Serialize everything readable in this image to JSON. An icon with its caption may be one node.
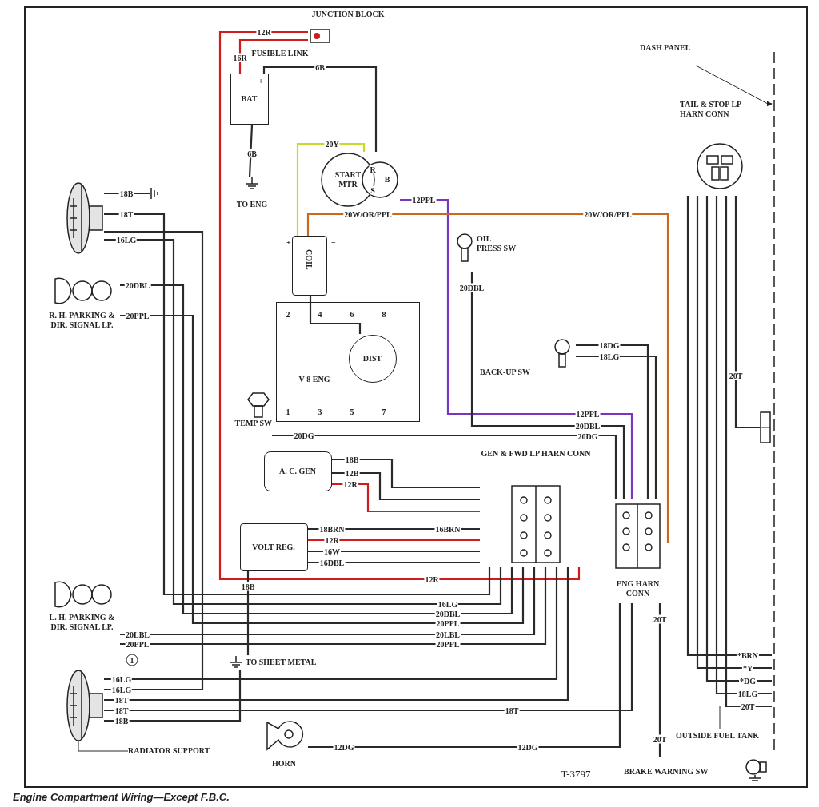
{
  "diagram": {
    "caption": "Engine Compartment Wiring—Except F.B.C.",
    "nodes": [
      {
        "text": [
          "JUNCTION BLOCK"
        ]
      },
      {
        "text": [
          "BAT"
        ]
      },
      {
        "text": [
          "TO ENG"
        ]
      },
      {
        "text": [
          "START MTR"
        ]
      },
      {
        "text": [
          "COIL"
        ],
        "beside": [
          "+",
          "−"
        ]
      },
      {
        "text": [
          "OIL PRESS SW"
        ]
      },
      {
        "text": [
          "V-8 ENG"
        ]
      },
      {
        "text": [
          "DIST"
        ],
        "in": 6
      },
      {
        "text": [
          "TEMP SW"
        ]
      },
      {
        "text": [
          "A. C. GEN"
        ]
      },
      {
        "text": [
          "VOLT REG."
        ]
      },
      {
        "text": [],
        "shape": "picture"
      },
      {
        "text": [
          "R. H. PARKING & DIR. SIGNAL LP."
        ]
      },
      {
        "text": [
          "L. H. PARKING & DIR. SIGNAL LP."
        ]
      },
      {
        "text": [],
        "shape": "picture"
      },
      {
        "text": [
          "RADIATOR SUPPORT"
        ]
      },
      {
        "text": [
          "TO SHEET METAL"
        ]
      },
      {
        "text": [
          "HORN"
        ]
      },
      {
        "text": [
          "BACK-UP SW"
        ]
      },
      {
        "text": [
          "GEN & FWD LP HARN CONN"
        ]
      },
      {
        "text": [
          "ENG HARN CONN"
        ]
      },
      {
        "text": [
          "TAIL & STOP LP HARN CONN"
        ]
      },
      {
        "text": [
          "DASH PANEL"
        ]
      },
      {
        "text": [],
        "shape": "bar"
      },
      {
        "text": [
          "OUTSIDE FUEL TANK"
        ]
      },
      {
        "text": [
          "BRAKE WARNING SW"
        ]
      },
      {
        "text": [],
        "shape": "box"
      }
    ],
    "edges": [
      {
        "from": 0,
        "to": 19,
        "arrow": "none",
        "label": "12R",
        "color": "#d01c1c"
      },
      {
        "from": 1,
        "to": 0,
        "arrow": "none",
        "label": "16R",
        "color": "#d01c1c"
      },
      {
        "from": 1,
        "to": 3,
        "arrow": "none",
        "label": "6B"
      },
      {
        "from": 1,
        "to": 2,
        "arrow": "none",
        "label": "6B"
      },
      {
        "from": 3,
        "to": 4,
        "arrow": "none",
        "label": "20Y",
        "color": "#c8d82e"
      },
      {
        "from": 3,
        "to": 20,
        "arrow": "none",
        "label": "12PPL",
        "color": "#7a35c0"
      },
      {
        "from": 4,
        "to": 20,
        "arrow": "none",
        "label": "20W/OR/PPL",
        "color": "#c8691f"
      },
      {
        "from": 4,
        "to": 7,
        "arrow": "none"
      },
      {
        "from": 5,
        "to": 20,
        "arrow": "none",
        "label": "20DBL"
      },
      {
        "from": 8,
        "to": 20,
        "arrow": "none",
        "label": "20DG"
      },
      {
        "from": 18,
        "to": 20,
        "arrow": "none",
        "label": "18DG"
      },
      {
        "from": 18,
        "to": 20,
        "arrow": "none",
        "label": "18LG"
      },
      {
        "from": 9,
        "to": 19,
        "arrow": "none",
        "label": "18B"
      },
      {
        "from": 9,
        "to": 19,
        "arrow": "none",
        "label": "12B"
      },
      {
        "from": 9,
        "to": 19,
        "arrow": "none",
        "label": "12R",
        "color": "#d01c1c"
      },
      {
        "from": 10,
        "to": 19,
        "arrow": "none",
        "label": "18BRN"
      },
      {
        "from": 10,
        "to": 19,
        "arrow": "none",
        "label": "12R",
        "color": "#d01c1c"
      },
      {
        "from": 10,
        "to": 19,
        "arrow": "none",
        "label": "16W"
      },
      {
        "from": 10,
        "to": 19,
        "arrow": "none",
        "label": "16DBL"
      },
      {
        "from": 10,
        "to": 16,
        "arrow": "none",
        "label": "18B"
      },
      {
        "from": 11,
        "to": null,
        "arrow": "none",
        "label": "18B"
      },
      {
        "from": 11,
        "to": 19,
        "arrow": "none",
        "label": "18T"
      },
      {
        "from": 11,
        "to": 19,
        "arrow": "none",
        "label": "16LG"
      },
      {
        "from": 12,
        "to": 19,
        "arrow": "none",
        "label": "20DBL"
      },
      {
        "from": 12,
        "to": 19,
        "arrow": "none",
        "label": "20PPL"
      },
      {
        "from": 13,
        "to": 19,
        "arrow": "none",
        "label": "20LBL"
      },
      {
        "from": 13,
        "to": 19,
        "arrow": "none",
        "label": "20PPL"
      },
      {
        "from": 14,
        "to": 19,
        "arrow": "none",
        "label": "16LG"
      },
      {
        "from": 14,
        "to": 11,
        "arrow": "none",
        "label": "16LG"
      },
      {
        "from": 14,
        "to": 19,
        "arrow": "none",
        "label": "18T"
      },
      {
        "from": 14,
        "to": 20,
        "arrow": "none",
        "label": "18T"
      },
      {
        "from": 14,
        "to": 16,
        "arrow": "none",
        "label": "18B"
      },
      {
        "from": 15,
        "to": 14,
        "arrow": "none"
      },
      {
        "from": 17,
        "to": 20,
        "arrow": "none",
        "label": "12DG"
      },
      {
        "from": 20,
        "to": 25,
        "arrow": "none",
        "label": "20T"
      },
      {
        "from": 24,
        "to": null,
        "arrow": "none"
      },
      {
        "from": 22,
        "to": 23,
        "arrow": "to"
      },
      {
        "from": 21,
        "to": 23,
        "arrow": "none",
        "label": "*BRN"
      },
      {
        "from": 21,
        "to": 23,
        "arrow": "none",
        "label": "*Y"
      },
      {
        "from": 21,
        "to": 23,
        "arrow": "none",
        "label": "*DG"
      },
      {
        "from": 21,
        "to": 23,
        "arrow": "none",
        "label": "18LG"
      },
      {
        "from": 21,
        "to": 23,
        "arrow": "none",
        "label": "20T"
      },
      {
        "from": 21,
        "to": 26,
        "arrow": "none",
        "label": "20T"
      }
    ],
    "labels": [
      "FUSIBLE LINK",
      "+",
      "−",
      "R",
      "B",
      "S",
      "2",
      "4",
      "6",
      "8",
      "1",
      "3",
      "5",
      "7",
      "1",
      "12PPL",
      "20W/OR/PPL",
      "20DBL",
      "20DG",
      "16LG",
      "20DBL",
      "20PPL",
      "20LBL",
      "20PPL",
      "16BRN",
      "12R",
      "18T",
      "12DG",
      "20T",
      "T-3797"
    ]
  }
}
